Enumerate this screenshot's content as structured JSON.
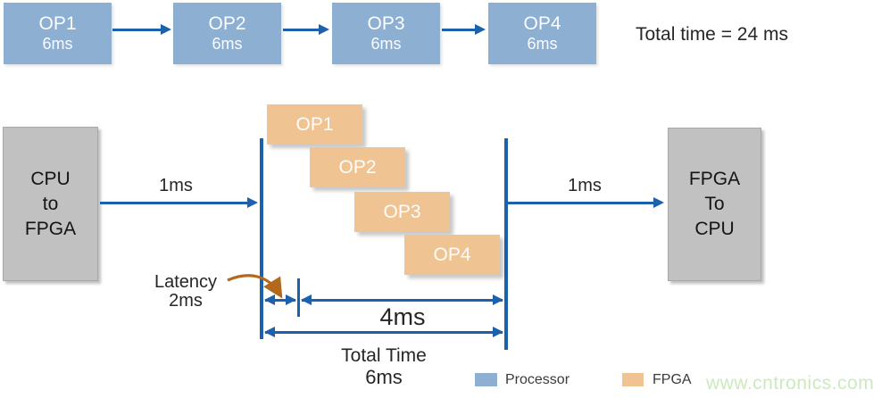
{
  "colors": {
    "processor_blue": "#8CAFD2",
    "fpga_orange": "#EFC392",
    "arrow_blue": "#1B61AC",
    "box_gray": "#C1C1C1",
    "brown_arrow": "#B2691C",
    "watermark_green": "#CBEABD"
  },
  "sequential": {
    "steps": [
      {
        "label": "OP1",
        "time": "6ms"
      },
      {
        "label": "OP2",
        "time": "6ms"
      },
      {
        "label": "OP3",
        "time": "6ms"
      },
      {
        "label": "OP4",
        "time": "6ms"
      }
    ],
    "total_label": "Total time = 24 ms"
  },
  "pipelined": {
    "input_block": {
      "line1": "CPU",
      "line2": "to",
      "line3": "FPGA"
    },
    "output_block": {
      "line1": "FPGA",
      "line2": "To",
      "line3": "CPU"
    },
    "transfer_in_label": "1ms",
    "transfer_out_label": "1ms",
    "ops": [
      {
        "label": "OP1"
      },
      {
        "label": "OP2"
      },
      {
        "label": "OP3"
      },
      {
        "label": "OP4"
      }
    ],
    "latency_label": "Latency",
    "latency_value": "2ms",
    "pipeline_span_label": "4ms",
    "total_time_label": "Total Time",
    "total_time_value": "6ms"
  },
  "legend": {
    "processor": "Processor",
    "fpga": "FPGA"
  },
  "watermark": "www.cntronics.com"
}
